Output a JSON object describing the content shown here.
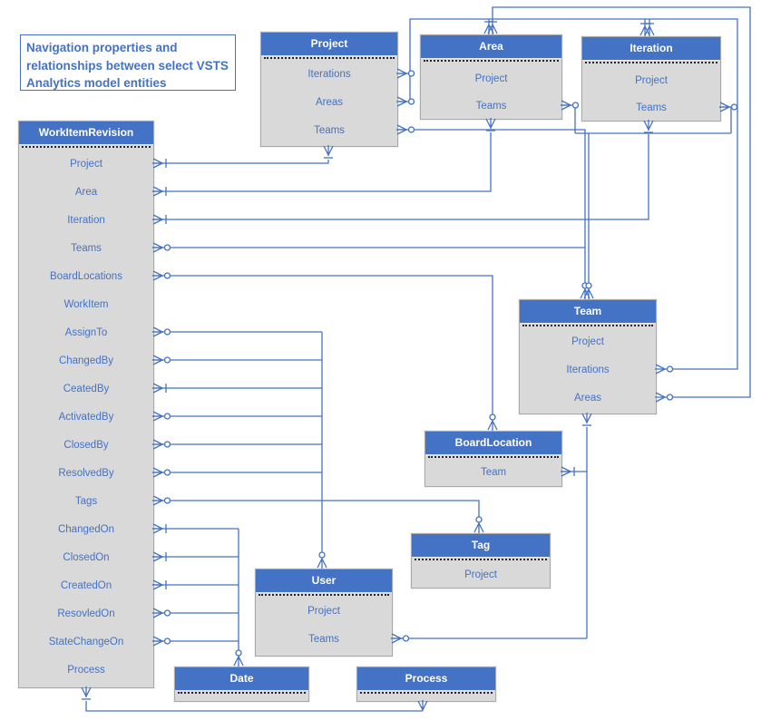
{
  "note": "Navigation properties and relationships between select VSTS Analytics model entities",
  "entities": {
    "workitemrevision": {
      "title": "WorkItemRevision",
      "props": [
        "Project",
        "Area",
        "Iteration",
        "Teams",
        "BoardLocations",
        "WorkItem",
        "AssignTo",
        "ChangedBy",
        "CeatedBy",
        "ActivatedBy",
        "ClosedBy",
        "ResolvedBy",
        "Tags",
        "ChangedOn",
        "ClosedOn",
        "CreatedOn",
        "ResovledOn",
        "StateChangeOn",
        "Process"
      ]
    },
    "project": {
      "title": "Project",
      "props": [
        "Iterations",
        "Areas",
        "Teams"
      ]
    },
    "area": {
      "title": "Area",
      "props": [
        "Project",
        "Teams"
      ]
    },
    "iteration": {
      "title": "Iteration",
      "props": [
        "Project",
        "Teams"
      ]
    },
    "team": {
      "title": "Team",
      "props": [
        "Project",
        "Iterations",
        "Areas"
      ]
    },
    "boardlocation": {
      "title": "BoardLocation",
      "props": [
        "Team"
      ]
    },
    "tag": {
      "title": "Tag",
      "props": [
        "Project"
      ]
    },
    "user": {
      "title": "User",
      "props": [
        "Project",
        "Teams"
      ]
    },
    "date": {
      "title": "Date",
      "props": []
    },
    "process": {
      "title": "Process",
      "props": []
    }
  },
  "relationships": [
    {
      "from": "WorkItemRevision.Project",
      "to": "Project"
    },
    {
      "from": "WorkItemRevision.Area",
      "to": "Area"
    },
    {
      "from": "WorkItemRevision.Iteration",
      "to": "Iteration"
    },
    {
      "from": "WorkItemRevision.Teams",
      "to": "Team"
    },
    {
      "from": "WorkItemRevision.BoardLocations",
      "to": "BoardLocation"
    },
    {
      "from": "WorkItemRevision.AssignTo",
      "to": "User"
    },
    {
      "from": "WorkItemRevision.ChangedBy",
      "to": "User"
    },
    {
      "from": "WorkItemRevision.CeatedBy",
      "to": "User"
    },
    {
      "from": "WorkItemRevision.ActivatedBy",
      "to": "User"
    },
    {
      "from": "WorkItemRevision.ClosedBy",
      "to": "User"
    },
    {
      "from": "WorkItemRevision.ResolvedBy",
      "to": "User"
    },
    {
      "from": "WorkItemRevision.Tags",
      "to": "Tag"
    },
    {
      "from": "WorkItemRevision.ChangedOn",
      "to": "Date"
    },
    {
      "from": "WorkItemRevision.ClosedOn",
      "to": "Date"
    },
    {
      "from": "WorkItemRevision.CreatedOn",
      "to": "Date"
    },
    {
      "from": "WorkItemRevision.ResovledOn",
      "to": "Date"
    },
    {
      "from": "WorkItemRevision.StateChangeOn",
      "to": "Date"
    },
    {
      "from": "WorkItemRevision.Process",
      "to": "Process"
    },
    {
      "from": "Project.Iterations",
      "to": "Iteration"
    },
    {
      "from": "Project.Areas",
      "to": "Area"
    },
    {
      "from": "Project.Teams",
      "to": "Team"
    },
    {
      "from": "Area.Teams",
      "to": "Team"
    },
    {
      "from": "Iteration.Teams",
      "to": "Team"
    },
    {
      "from": "Team.Iterations",
      "to": "Iteration"
    },
    {
      "from": "Team.Areas",
      "to": "Area"
    },
    {
      "from": "BoardLocation.Team",
      "to": "Team"
    },
    {
      "from": "User.Teams",
      "to": "Team"
    }
  ],
  "colors": {
    "accent_blue": "#4472C4",
    "box_fill": "#D9D9D9",
    "box_border": "#A9A9A9",
    "background": "#FFFFFF"
  }
}
